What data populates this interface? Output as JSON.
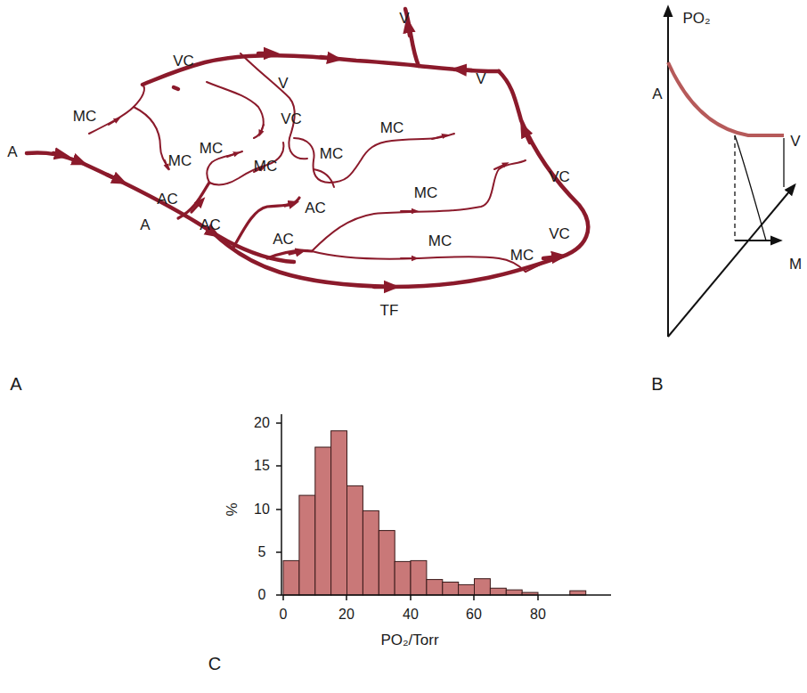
{
  "diagram": {
    "labels": [
      "V",
      "VC",
      "V",
      "V",
      "VC",
      "MC",
      "MC",
      "MC",
      "MC",
      "MC",
      "MC",
      "A",
      "MC",
      "AC",
      "A",
      "AC",
      "AC",
      "AC",
      "MC",
      "VC",
      "MC",
      "VC",
      "TF",
      "A",
      "B",
      "C",
      "PO₂",
      "A",
      "V",
      "M",
      "20",
      "15",
      "10",
      "5",
      "0",
      "0",
      "20",
      "40",
      "60",
      "80",
      "%",
      "PO₂/Torr"
    ]
  }
}
